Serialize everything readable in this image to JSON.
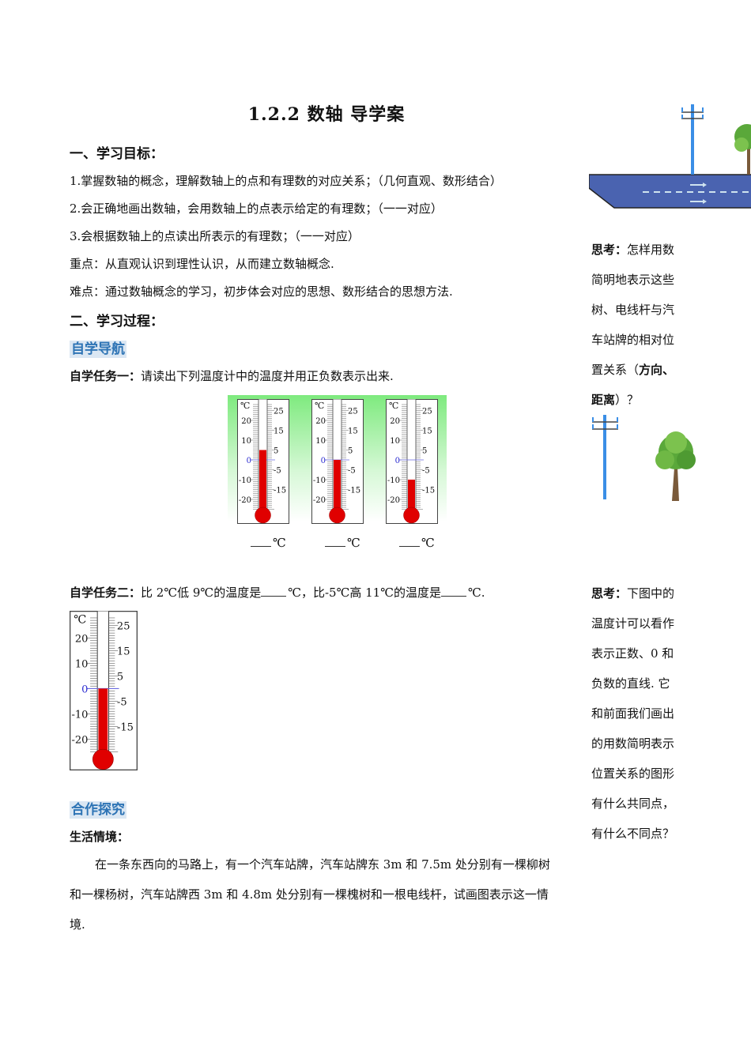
{
  "title": "1.2.2 数轴 导学案",
  "section1": {
    "heading": "一、学习目标：",
    "items": [
      "1.掌握数轴的概念，理解数轴上的点和有理数的对应关系；（几何直观、数形结合）",
      "2.会正确地画出数轴，会用数轴上的点表示给定的有理数；（一一对应）",
      "3.会根据数轴上的点读出所表示的有理数；（一一对应）",
      "重点：从直观认识到理性认识，从而建立数轴概念.",
      "难点：通过数轴概念的学习，初步体会对应的思想、数形结合的思想方法."
    ]
  },
  "section2": {
    "heading": "二、学习过程：",
    "tag1": "自学导航",
    "task1": {
      "label": "自学任务一：",
      "text": "请读出下列温度计中的温度并用正负数表示出来."
    },
    "thermometers": {
      "unit": "℃",
      "left_labels": [
        "20",
        "10",
        "0",
        "-10",
        "-20"
      ],
      "right_labels": [
        "25",
        "15",
        "5",
        "-5",
        "-15"
      ],
      "levels_celsius": [
        5,
        0,
        -10
      ],
      "answer_unit": "℃",
      "task2_level_celsius": 0,
      "fluid_color": "#e00000",
      "zero_color": "#2a2ad0"
    },
    "task2": {
      "label": "自学任务二：",
      "part1": "比 2℃低 9℃的温度是",
      "unit1": "℃，比-5℃高 11℃的温度是",
      "unit2": "℃."
    },
    "tag2": "合作探究",
    "scenario_label": "生活情境：",
    "scenario_lines": [
      "在一条东西向的马路上，有一个汽车站牌，汽车站牌东 3m 和 7.5m 处分别有一棵柳树",
      "和一棵杨树，汽车站牌西 3m 和 4.8m 处分别有一棵槐树和一根电线杆，试画图表示这一情",
      "境."
    ]
  },
  "sidebar": {
    "think1": [
      [
        [
          "思考：",
          true
        ],
        [
          "怎样用数",
          false
        ]
      ],
      [
        [
          "简明地表示这些",
          false
        ]
      ],
      [
        [
          "树、电线杆与汽",
          false
        ]
      ],
      [
        [
          "车站牌的相对位",
          false
        ]
      ],
      [
        [
          "置关系（",
          false
        ],
        [
          "方向、",
          true
        ]
      ],
      [
        [
          "距离",
          true
        ],
        [
          "）？",
          false
        ]
      ]
    ],
    "think2": [
      [
        [
          "思考：",
          true
        ],
        [
          "下图中的",
          false
        ]
      ],
      [
        [
          "温度计可以看作",
          false
        ]
      ],
      [
        [
          "表示正数、0 和",
          false
        ]
      ],
      [
        [
          "负数的直线. 它",
          false
        ]
      ],
      [
        [
          "和前面我们画出",
          false
        ]
      ],
      [
        [
          "的用数简明表示",
          false
        ]
      ],
      [
        [
          "位置关系的图形",
          false
        ]
      ],
      [
        [
          "有什么共同点，",
          false
        ]
      ],
      [
        [
          "有什么不同点？",
          false
        ]
      ]
    ],
    "colors": {
      "road": "#4a63b0",
      "pole": "#3a8ee6",
      "tree": "#5aa83a"
    }
  }
}
